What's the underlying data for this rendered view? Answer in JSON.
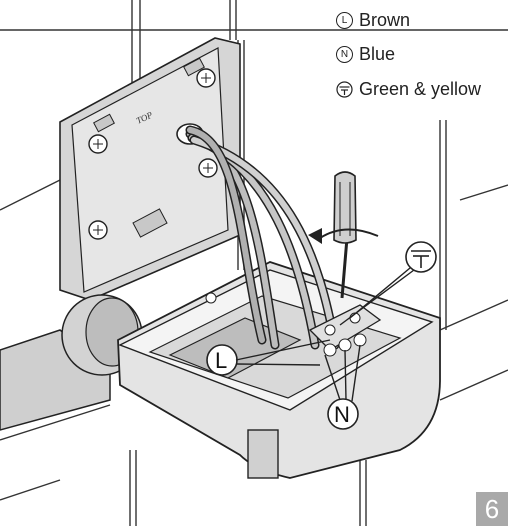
{
  "legend": [
    {
      "symbol": "L",
      "label": "Brown"
    },
    {
      "symbol": "N",
      "label": "Blue"
    },
    {
      "symbol": "earth",
      "label": "Green & yellow"
    }
  ],
  "plate_marking": "TOP",
  "callouts": {
    "live": "L",
    "neutral": "N"
  },
  "step_number": "6"
}
